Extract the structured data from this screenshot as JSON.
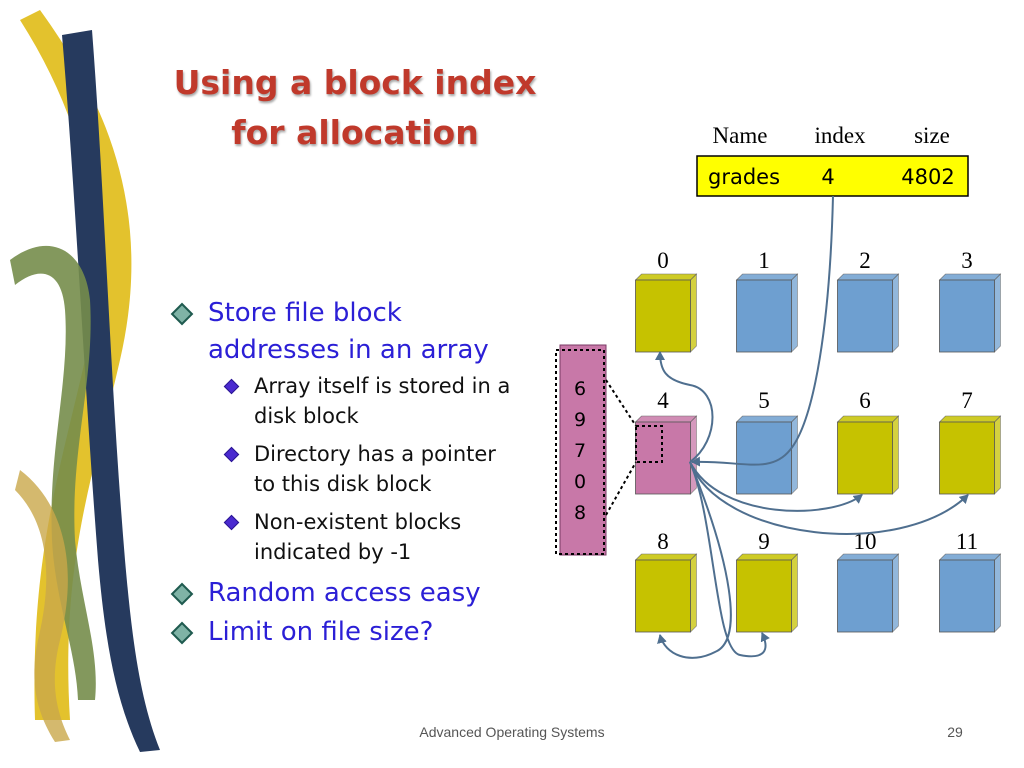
{
  "slide": {
    "title_lines": [
      "Using a block index",
      "for allocation"
    ],
    "footer": "Advanced Operating Systems",
    "page_number": "29"
  },
  "bullets": [
    {
      "text": "Store file block addresses in an array",
      "lines": [
        "Store file block",
        "addresses in an array"
      ],
      "level": 1,
      "sub": [
        {
          "lines": [
            "Array itself is stored in a",
            "disk block"
          ]
        },
        {
          "lines": [
            "Directory has a pointer",
            "to this disk block"
          ]
        },
        {
          "lines": [
            "Non-existent blocks",
            "indicated by -1"
          ]
        }
      ]
    },
    {
      "lines": [
        "Random access easy"
      ],
      "level": 1
    },
    {
      "lines": [
        "Limit on file size?"
      ],
      "level": 1
    }
  ],
  "directory": {
    "headers": [
      "Name",
      "index",
      "size"
    ],
    "entry": {
      "name": "grades",
      "index": "4",
      "size": "4802"
    }
  },
  "index_array": [
    "6",
    "9",
    "7",
    "0",
    "8"
  ],
  "blocks": [
    {
      "id": "0",
      "kind": "data"
    },
    {
      "id": "1",
      "kind": "free"
    },
    {
      "id": "2",
      "kind": "free"
    },
    {
      "id": "3",
      "kind": "free"
    },
    {
      "id": "4",
      "kind": "index"
    },
    {
      "id": "5",
      "kind": "free"
    },
    {
      "id": "6",
      "kind": "data"
    },
    {
      "id": "7",
      "kind": "data"
    },
    {
      "id": "8",
      "kind": "data"
    },
    {
      "id": "9",
      "kind": "data"
    },
    {
      "id": "10",
      "kind": "free"
    },
    {
      "id": "11",
      "kind": "free"
    }
  ],
  "colors": {
    "title": "#c0392b",
    "bullet_text": "#2b1fd6",
    "data_block": "#c6c200",
    "free_block": "#6e9fd0",
    "index_block": "#c878a8",
    "directory_fill": "#ffff00",
    "arrow": "#4f6f8f"
  }
}
